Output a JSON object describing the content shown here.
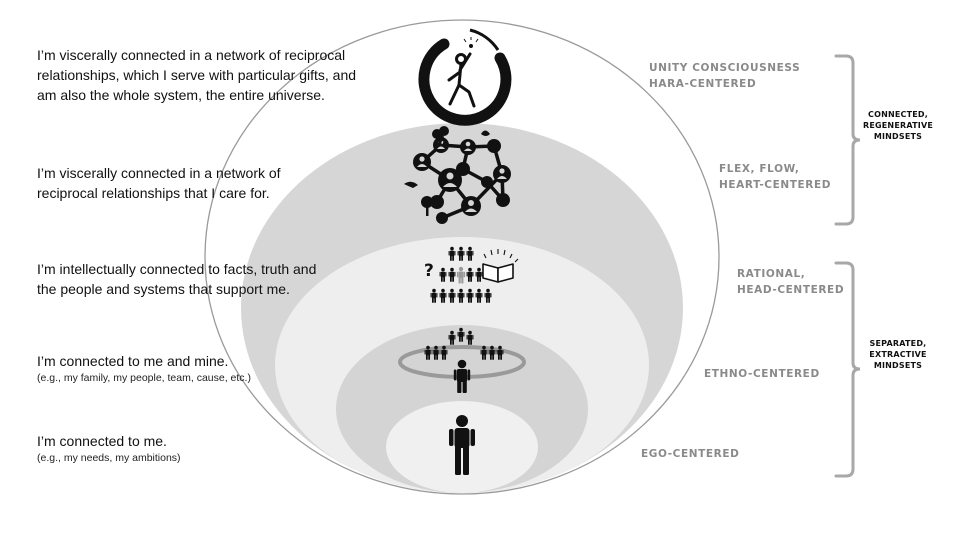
{
  "statements": [
    {
      "main": [
        "I’m viscerally connected in a network of reciprocal",
        "relationships, which I serve with particular gifts, and",
        "am also the whole system, the entire universe."
      ],
      "sub": ""
    },
    {
      "main": [
        "I’m viscerally connected in a network of",
        "reciprocal relationships that I care for."
      ],
      "sub": ""
    },
    {
      "main": [
        "I’m intellectually connected to facts, truth and",
        "the people and systems that support me."
      ],
      "sub": ""
    },
    {
      "main": [
        "I’m connected to me and mine."
      ],
      "sub": "(e.g., my family, my people, team, cause, etc.)"
    },
    {
      "main": [
        "I’m connected to me."
      ],
      "sub": "(e.g., my needs, my ambitions)"
    }
  ],
  "levels": [
    {
      "lines": [
        "UNITY CONSCIOUSNESS",
        "HARA-CENTERED"
      ]
    },
    {
      "lines": [
        "FLEX, FLOW,",
        "HEART-CENTERED"
      ]
    },
    {
      "lines": [
        "RATIONAL,",
        "HEAD-CENTERED"
      ]
    },
    {
      "lines": [
        "ETHNO-CENTERED"
      ]
    },
    {
      "lines": [
        "EGO-CENTERED"
      ]
    }
  ],
  "groups": [
    {
      "lines": [
        "CONNECTED,",
        "REGENERATIVE",
        "MINDSETS"
      ]
    },
    {
      "lines": [
        "SEPARATED,",
        "EXTRACTIVE",
        "MINDSETS"
      ]
    }
  ],
  "icons": [
    {
      "name": "unity-enso-icon",
      "depicts": "person reaching up inside brush circle"
    },
    {
      "name": "network-icon",
      "depicts": "network of people, trees and animals"
    },
    {
      "name": "knowledge-icon",
      "depicts": "crowd with question mark and open book"
    },
    {
      "name": "tribe-icon",
      "depicts": "person with surrounding groups"
    },
    {
      "name": "ego-person-icon",
      "depicts": "single standing person"
    }
  ],
  "colors": {
    "outer_fill": "#ffffff",
    "flex_fill": "#d6d6d6",
    "rational_fill": "#eeeeee",
    "ethno_fill": "#d4d4d4",
    "ego_fill": "#f0f0f0",
    "outline": "#9a9a9a",
    "bracket": "#a8a8a8",
    "level_label": "#8a8a8a",
    "icon": "#111111"
  }
}
